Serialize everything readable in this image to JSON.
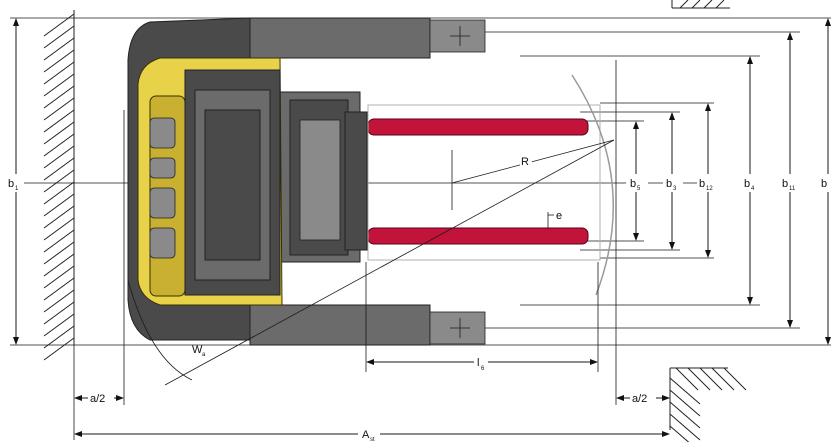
{
  "labels": {
    "b1": {
      "main": "b",
      "sub": "1"
    },
    "b5": {
      "main": "b",
      "sub": "5"
    },
    "b3": {
      "main": "b",
      "sub": "3"
    },
    "b12": {
      "main": "b",
      "sub": "12"
    },
    "b4": {
      "main": "b",
      "sub": "4"
    },
    "b11": {
      "main": "b",
      "sub": "11"
    },
    "b_right": {
      "main": "b",
      "sub": ""
    },
    "R": {
      "main": "R",
      "sub": ""
    },
    "e": {
      "main": "e",
      "sub": ""
    },
    "Wa": {
      "main": "W",
      "sub": "a"
    },
    "l6": {
      "main": "l",
      "sub": "6"
    },
    "a2_left": {
      "main": "a/2",
      "sub": ""
    },
    "a2_right": {
      "main": "a/2",
      "sub": ""
    },
    "Ast": {
      "main": "A",
      "sub": "st"
    }
  },
  "colors": {
    "chassis": "#4a4a4a",
    "overhead_guard": "#e8d24a",
    "forks": "#c2143a",
    "load_outline": "#9a9a9a"
  }
}
